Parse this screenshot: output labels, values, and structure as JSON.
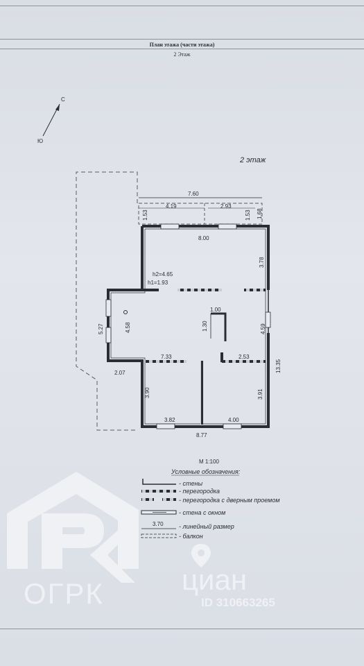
{
  "header": {
    "title": "План этажа (части этажа)",
    "subtitle": "2 Этаж"
  },
  "compass": {
    "north": "С",
    "south": "Ю"
  },
  "floor_label": "2 этаж",
  "dimensions": {
    "balcony_total": "7.60",
    "balcony_left": "4.19",
    "balcony_right": "2.93",
    "balcony_depth_left": "1.53",
    "balcony_depth_right": "1.53",
    "balcony_right_h": "1.68",
    "top_wall": "8.00",
    "right_upper": "3.78",
    "h2": "h2=4.65",
    "h1": "h1=1.93",
    "stair_w": "1.00",
    "stair_h": "1.30",
    "left_outer": "5.27",
    "left_inner": "4.58",
    "right_mid": "4.59",
    "total_height": "13.35",
    "mid_left": "7.33",
    "mid_right": "2.53",
    "lower_left_offset": "2.07",
    "room_bl_h": "3.90",
    "room_br_h": "3.91",
    "room_bl_w": "3.82",
    "room_br_w": "4.00",
    "bottom_total": "8.77"
  },
  "legend": {
    "scale": "М 1:100",
    "heading": "Условные обозначения:",
    "items": [
      "- стены",
      "- перегородка",
      "- перегородка с дверным проемом",
      "- стена с окном",
      "- линейный размер",
      "- балкон"
    ],
    "dimension_sample": "3.70"
  },
  "watermark": {
    "org": "ОГРК",
    "brand": "циан",
    "listing_id": "ID 310663265"
  }
}
